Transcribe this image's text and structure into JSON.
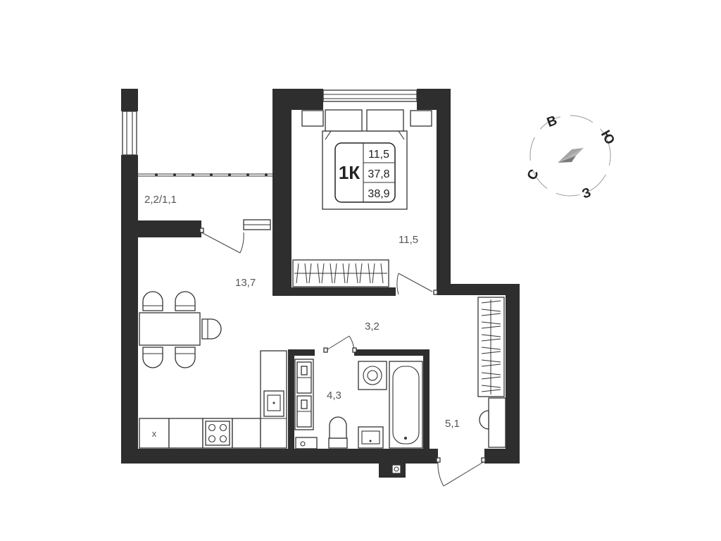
{
  "plan": {
    "unit_type": "1К",
    "summary": {
      "living_area": "11,5",
      "total_area": "37,8",
      "total_with_balcony": "38,9"
    },
    "rooms": {
      "balcony": "2,2/1,1",
      "kitchen_living": "13,7",
      "bedroom": "11,5",
      "hallway": "3,2",
      "bathroom": "4,3",
      "entrance": "5,1"
    },
    "kitchen_cell_mark": "x"
  },
  "compass": {
    "north": "С",
    "east": "В",
    "south": "Ю",
    "west": "З"
  },
  "colors": {
    "wall": "#2e2e2e",
    "compass_arrow_light": "#b5b5b5",
    "compass_arrow_dark": "#7a7a7a"
  }
}
